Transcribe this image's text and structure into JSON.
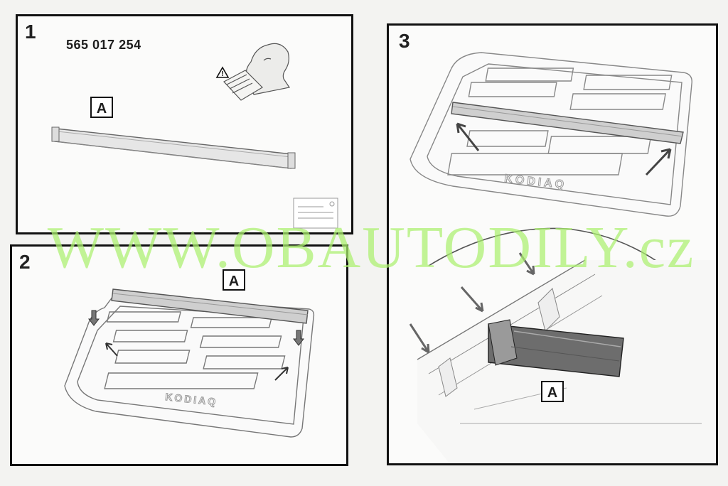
{
  "steps": {
    "step1": {
      "number": "1",
      "part_number": "565 017 254",
      "label": "A"
    },
    "step2": {
      "number": "2",
      "label": "A"
    },
    "step3": {
      "number": "3",
      "label": "A"
    }
  },
  "branding": {
    "tray_text": "KODIAQ"
  },
  "watermark": "WWW.OBAUTODILY.cz",
  "icons": [
    "warning-icon",
    "read-manual-icon",
    "arrow-icon",
    "push-down-icon"
  ]
}
